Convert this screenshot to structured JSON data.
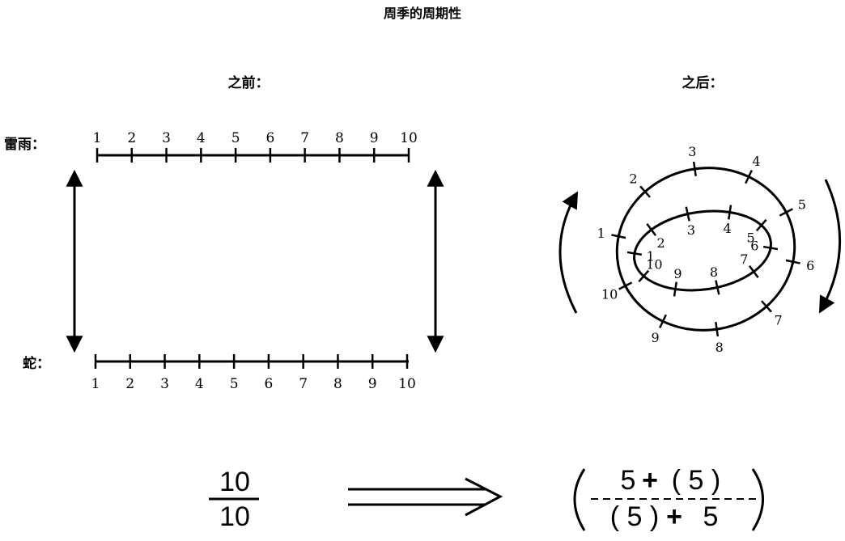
{
  "title": "周季的周期性",
  "before": {
    "heading": "之前：",
    "top_label": "雷雨：",
    "bottom_label": "蛇：",
    "ticks": [
      "1",
      "2",
      "3",
      "4",
      "5",
      "6",
      "7",
      "8",
      "9",
      "10"
    ]
  },
  "after": {
    "heading": "之后：",
    "outer_ticks": [
      "1",
      "2",
      "3",
      "4",
      "5",
      "6",
      "7",
      "8",
      "9",
      "10"
    ],
    "inner_ticks": [
      "1",
      "2",
      "3",
      "4",
      "5",
      "6",
      "7",
      "8",
      "9",
      "10"
    ]
  },
  "formula": {
    "left_numerator": "10",
    "left_denominator": "10",
    "right_num_a": "5",
    "right_num_op": "+",
    "right_num_b": "( 5 )",
    "right_den_a": "( 5 )",
    "right_den_op": "+",
    "right_den_b": "5"
  }
}
